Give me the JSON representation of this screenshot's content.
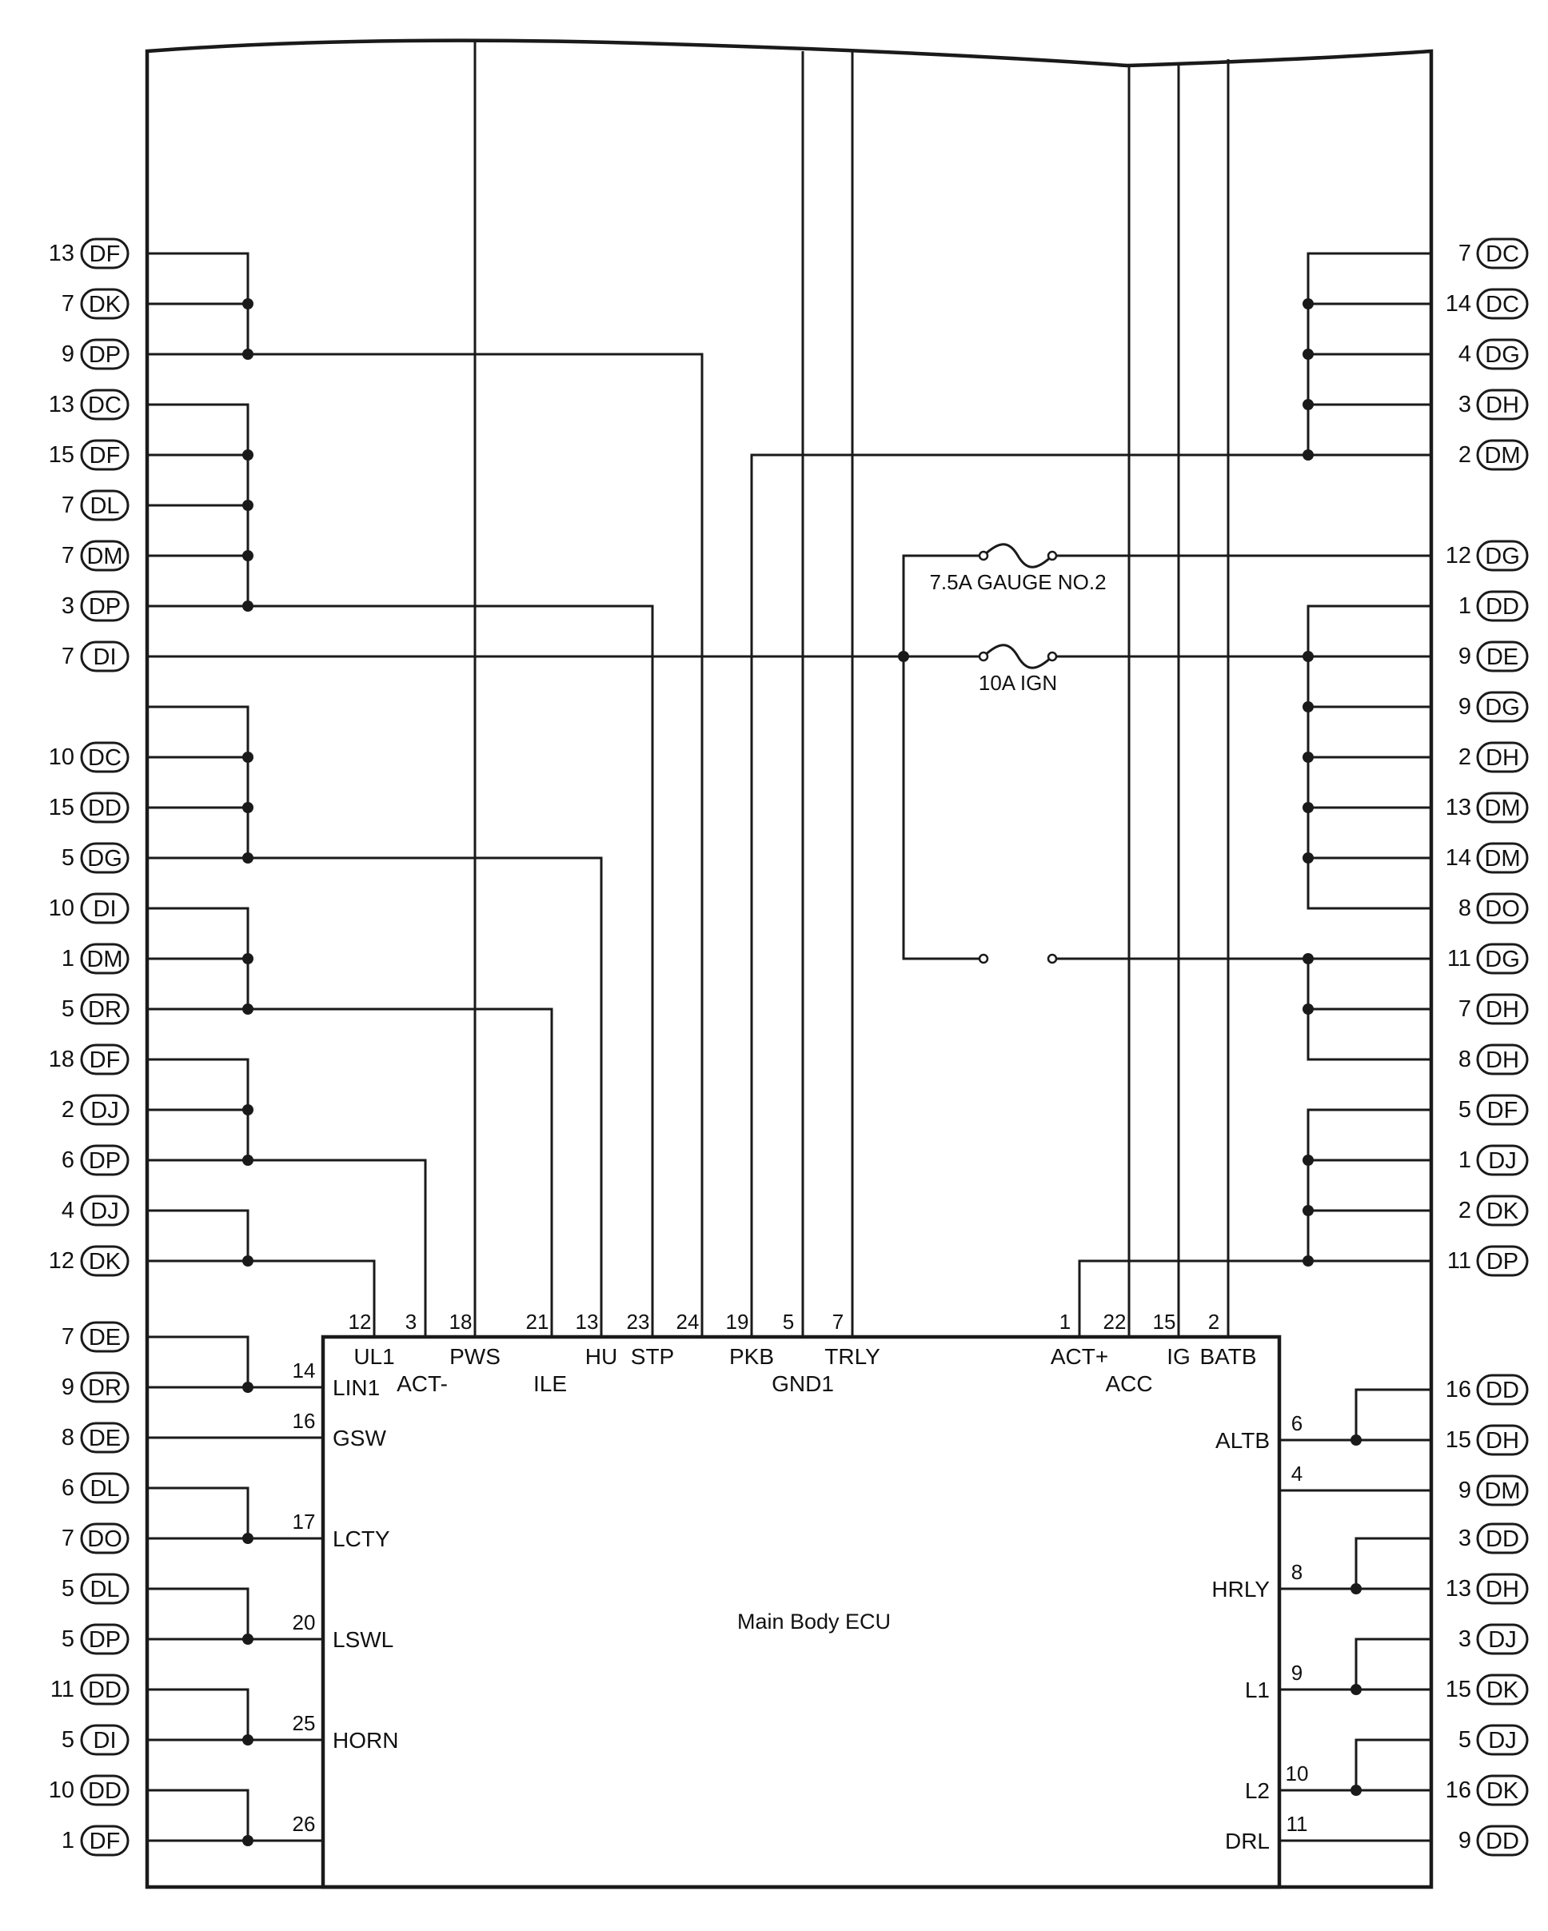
{
  "ecu": {
    "name": "Main Body ECU"
  },
  "fuses": [
    {
      "id": "gauge",
      "label": "7.5A GAUGE NO.2"
    },
    {
      "id": "ign",
      "label": "10A IGN"
    }
  ],
  "left_connectors": [
    {
      "pin": "13",
      "code": "DF"
    },
    {
      "pin": "7",
      "code": "DK"
    },
    {
      "pin": "9",
      "code": "DP"
    },
    {
      "pin": "13",
      "code": "DC"
    },
    {
      "pin": "15",
      "code": "DF"
    },
    {
      "pin": "7",
      "code": "DL"
    },
    {
      "pin": "7",
      "code": "DM"
    },
    {
      "pin": "3",
      "code": "DP"
    },
    {
      "pin": "7",
      "code": "DI"
    },
    {
      "pin": "10",
      "code": "DC"
    },
    {
      "pin": "15",
      "code": "DD"
    },
    {
      "pin": "5",
      "code": "DG"
    },
    {
      "pin": "10",
      "code": "DI"
    },
    {
      "pin": "1",
      "code": "DM"
    },
    {
      "pin": "5",
      "code": "DR"
    },
    {
      "pin": "18",
      "code": "DF"
    },
    {
      "pin": "2",
      "code": "DJ"
    },
    {
      "pin": "6",
      "code": "DP"
    },
    {
      "pin": "4",
      "code": "DJ"
    },
    {
      "pin": "12",
      "code": "DK"
    },
    {
      "pin": "7",
      "code": "DE"
    },
    {
      "pin": "9",
      "code": "DR"
    },
    {
      "pin": "8",
      "code": "DE"
    },
    {
      "pin": "6",
      "code": "DL"
    },
    {
      "pin": "7",
      "code": "DO"
    },
    {
      "pin": "5",
      "code": "DL"
    },
    {
      "pin": "5",
      "code": "DP"
    },
    {
      "pin": "11",
      "code": "DD"
    },
    {
      "pin": "5",
      "code": "DI"
    },
    {
      "pin": "10",
      "code": "DD"
    },
    {
      "pin": "1",
      "code": "DF"
    }
  ],
  "right_connectors": [
    {
      "pin": "7",
      "code": "DC"
    },
    {
      "pin": "14",
      "code": "DC"
    },
    {
      "pin": "4",
      "code": "DG"
    },
    {
      "pin": "3",
      "code": "DH"
    },
    {
      "pin": "2",
      "code": "DM"
    },
    {
      "pin": "12",
      "code": "DG"
    },
    {
      "pin": "1",
      "code": "DD"
    },
    {
      "pin": "9",
      "code": "DE"
    },
    {
      "pin": "9",
      "code": "DG"
    },
    {
      "pin": "2",
      "code": "DH"
    },
    {
      "pin": "13",
      "code": "DM"
    },
    {
      "pin": "14",
      "code": "DM"
    },
    {
      "pin": "8",
      "code": "DO"
    },
    {
      "pin": "11",
      "code": "DG"
    },
    {
      "pin": "7",
      "code": "DH"
    },
    {
      "pin": "8",
      "code": "DH"
    },
    {
      "pin": "5",
      "code": "DF"
    },
    {
      "pin": "1",
      "code": "DJ"
    },
    {
      "pin": "2",
      "code": "DK"
    },
    {
      "pin": "11",
      "code": "DP"
    },
    {
      "pin": "16",
      "code": "DD"
    },
    {
      "pin": "15",
      "code": "DH"
    },
    {
      "pin": "9",
      "code": "DM"
    },
    {
      "pin": "3",
      "code": "DD"
    },
    {
      "pin": "13",
      "code": "DH"
    },
    {
      "pin": "3",
      "code": "DJ"
    },
    {
      "pin": "15",
      "code": "DK"
    },
    {
      "pin": "5",
      "code": "DJ"
    },
    {
      "pin": "16",
      "code": "DK"
    },
    {
      "pin": "9",
      "code": "DD"
    }
  ],
  "top_pins": [
    {
      "num": "12",
      "name": "UL1"
    },
    {
      "num": "3",
      "name": "ACT-"
    },
    {
      "num": "18",
      "name": "PWS"
    },
    {
      "num": "21",
      "name": "ILE"
    },
    {
      "num": "13",
      "name": "HU"
    },
    {
      "num": "23",
      "name": "STP"
    },
    {
      "num": "24",
      "name": ""
    },
    {
      "num": "19",
      "name": "PKB"
    },
    {
      "num": "5",
      "name": "GND1"
    },
    {
      "num": "7",
      "name": "TRLY"
    },
    {
      "num": "1",
      "name": "ACT+"
    },
    {
      "num": "22",
      "name": "ACC"
    },
    {
      "num": "15",
      "name": "IG"
    },
    {
      "num": "2",
      "name": "BATB"
    }
  ],
  "left_pins": [
    {
      "num": "14",
      "name": "LIN1"
    },
    {
      "num": "16",
      "name": "GSW"
    },
    {
      "num": "17",
      "name": "LCTY"
    },
    {
      "num": "20",
      "name": "LSWL"
    },
    {
      "num": "25",
      "name": "HORN"
    },
    {
      "num": "26",
      "name": ""
    }
  ],
  "right_pins": [
    {
      "num": "6",
      "name": "ALTB"
    },
    {
      "num": "4",
      "name": ""
    },
    {
      "num": "8",
      "name": "HRLY"
    },
    {
      "num": "9",
      "name": "L1"
    },
    {
      "num": "10",
      "name": "L2"
    },
    {
      "num": "11",
      "name": "DRL"
    }
  ]
}
